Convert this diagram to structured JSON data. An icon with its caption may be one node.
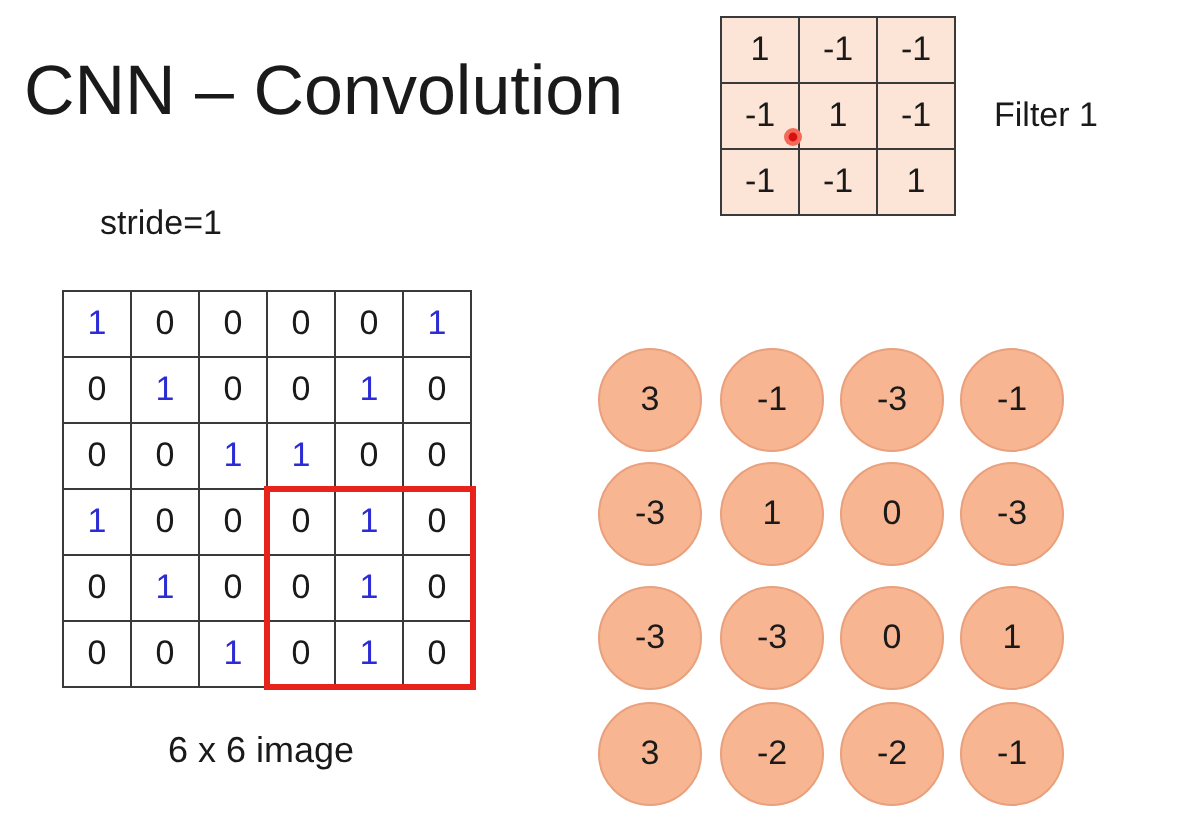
{
  "diagram": {
    "title": "CNN – Convolution",
    "nodes": [
      {
        "text": [
          "3"
        ]
      },
      {
        "text": [
          "-1"
        ]
      },
      {
        "text": [
          "-3"
        ]
      },
      {
        "text": [
          "-1"
        ]
      },
      {
        "text": [
          "-3"
        ]
      },
      {
        "text": [
          "1"
        ]
      },
      {
        "text": [
          "0"
        ]
      },
      {
        "text": [
          "-3"
        ]
      },
      {
        "text": [
          "-3"
        ]
      },
      {
        "text": [
          "-3"
        ]
      },
      {
        "text": [
          "0"
        ]
      },
      {
        "text": [
          "1"
        ]
      },
      {
        "text": [
          "3"
        ]
      },
      {
        "text": [
          "-2"
        ]
      },
      {
        "text": [
          "-2"
        ]
      },
      {
        "text": [
          "-1"
        ]
      }
    ],
    "labels": [
      "1",
      "-1",
      "-1",
      "-1",
      "1",
      "-1",
      "-1",
      "-1",
      "1",
      "Filter 1",
      "stride=1",
      "1",
      "0",
      "0",
      "0",
      "0",
      "1",
      "0",
      "1",
      "0",
      "0",
      "1",
      "0",
      "0",
      "0",
      "1",
      "1",
      "0",
      "0",
      "1",
      "0",
      "0",
      "0",
      "1",
      "0",
      "0",
      "1",
      "0",
      "0",
      "1",
      "0",
      "0",
      "0",
      "1",
      "0",
      "1",
      "0",
      "6 x 6 image"
    ]
  }
}
